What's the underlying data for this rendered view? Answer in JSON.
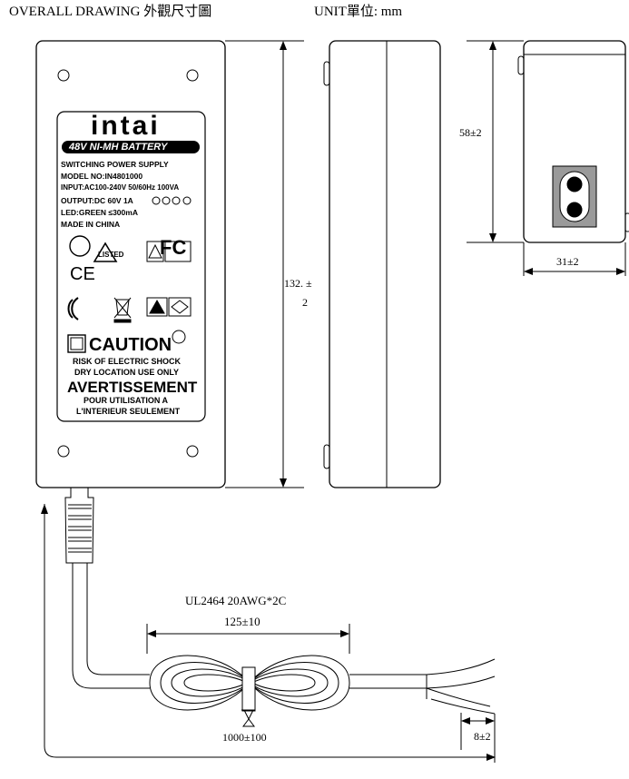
{
  "header": {
    "title": "OVERALL DRAWING 外觀尺寸圖",
    "unit": "UNIT單位: mm"
  },
  "dimensions": {
    "length": "132. ±",
    "length_tol": "2",
    "height": "58±2",
    "width": "31±2",
    "cable_type": "UL2464 20AWG*2C",
    "loop": "125±10",
    "cable_length": "1000±100",
    "strip": "8±2"
  },
  "label": {
    "brand": "intai",
    "product_line": "48V NI-MH BATTERY",
    "lines": [
      "SWITCHING POWER SUPPLY",
      "MODEL NO:IN4801000",
      "INPUT:AC100-240V 50/60Hz 100VA",
      "OUTPUT:DC 60V 1A",
      "LED:GREEN ≤300mA",
      "MADE IN CHINA"
    ],
    "ul_mark": "LISTED",
    "fcc_mark": "FC",
    "ce_mark": "CE",
    "caution": "CAUTION",
    "warn1": "RISK OF ELECTRIC SHOCK",
    "warn2": "DRY LOCATION USE ONLY",
    "avert": "AVERTISSEMENT",
    "fr1": "POUR UTILISATION A",
    "fr2": "L'INTERIEUR SEULEMENT"
  }
}
